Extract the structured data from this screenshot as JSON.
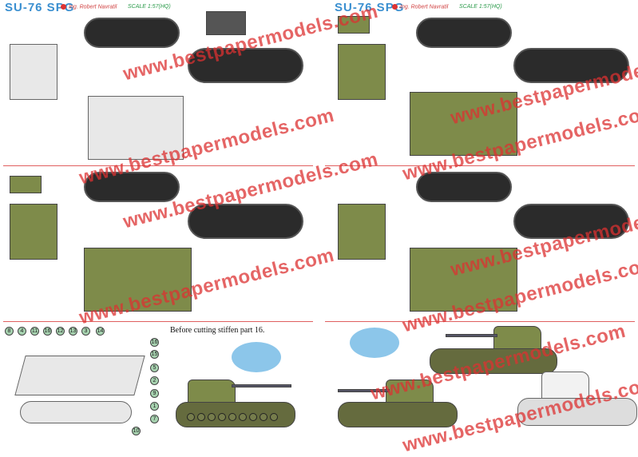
{
  "sheets": [
    {
      "title": "SU-76 SPG",
      "author": "Ing. Robert Navratil",
      "scale": "SCALE 1:57(HQ)"
    },
    {
      "title": "SU-76 SPG",
      "author": "Ing. Robert Navratil",
      "scale": "SCALE 1:57(HQ)"
    }
  ],
  "instruction": "Before cutting stiffen part 16.",
  "part_numbers": [
    "8",
    "4",
    "11",
    "16",
    "12",
    "13",
    "3",
    "14",
    "16",
    "15",
    "5",
    "2",
    "9",
    "1",
    "7",
    "10"
  ],
  "watermark": "www.bestpapermodels.com",
  "colors": {
    "olive": "#7e8b4a",
    "title": "#3a8fd0",
    "watermark": "#dc3232",
    "divider": "#e06060"
  }
}
